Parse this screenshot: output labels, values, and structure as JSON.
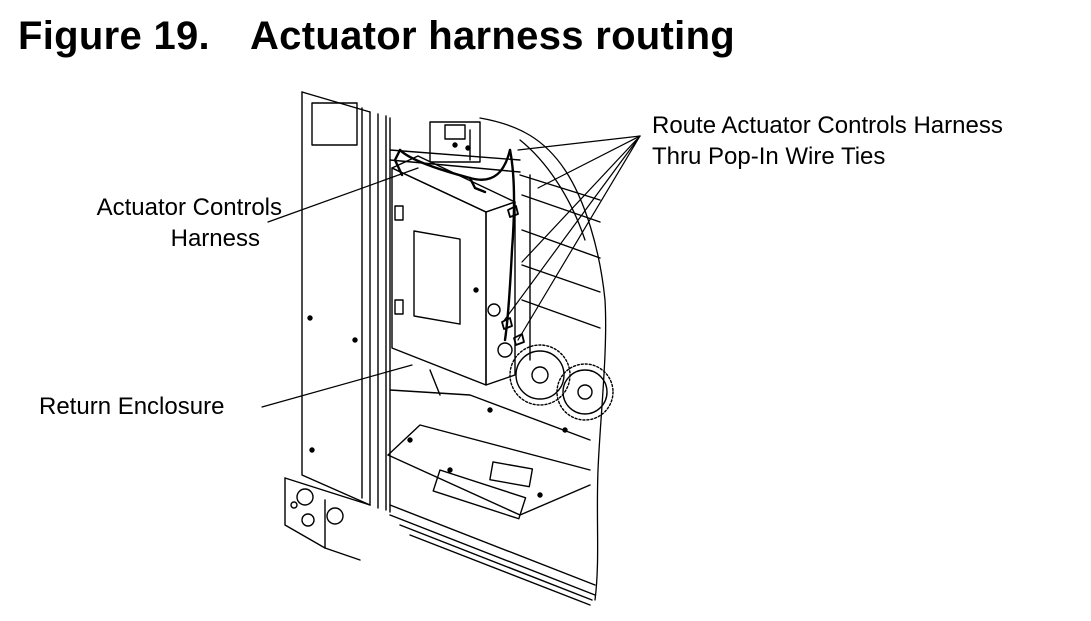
{
  "figure": {
    "number": "Figure 19.",
    "title": "Actuator harness routing"
  },
  "callouts": {
    "route_line1": "Route Actuator Controls Harness",
    "route_line2": "Thru Pop-In Wire Ties",
    "harness_line1": "Actuator Controls",
    "harness_line2": "Harness",
    "return_enclosure": "Return Enclosure"
  }
}
